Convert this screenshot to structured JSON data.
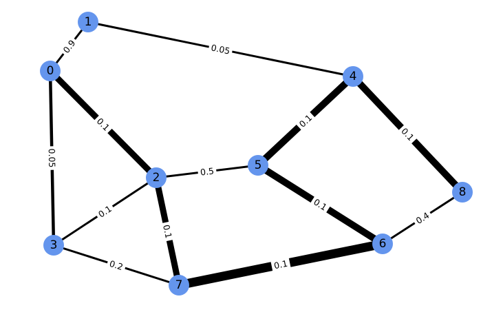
{
  "graph": {
    "node_color": "#6495ED",
    "edge_color": "#000000",
    "nodes": [
      {
        "id": "0",
        "label": "0"
      },
      {
        "id": "1",
        "label": "1"
      },
      {
        "id": "2",
        "label": "2"
      },
      {
        "id": "3",
        "label": "3"
      },
      {
        "id": "4",
        "label": "4"
      },
      {
        "id": "5",
        "label": "5"
      },
      {
        "id": "6",
        "label": "6"
      },
      {
        "id": "7",
        "label": "7"
      },
      {
        "id": "8",
        "label": "8"
      }
    ],
    "edges": [
      {
        "source": "0",
        "target": "1",
        "label": "0.9",
        "weight": 0.9
      },
      {
        "source": "1",
        "target": "4",
        "label": "0.05",
        "weight": 0.05
      },
      {
        "source": "0",
        "target": "2",
        "label": "0.1",
        "weight": 0.1
      },
      {
        "source": "0",
        "target": "3",
        "label": "0.05",
        "weight": 0.05
      },
      {
        "source": "2",
        "target": "5",
        "label": "0.5",
        "weight": 0.5
      },
      {
        "source": "2",
        "target": "3",
        "label": "0.1",
        "weight": 0.1
      },
      {
        "source": "2",
        "target": "7",
        "label": "0.1",
        "weight": 0.1
      },
      {
        "source": "3",
        "target": "7",
        "label": "0.2",
        "weight": 0.2
      },
      {
        "source": "4",
        "target": "5",
        "label": "0.1",
        "weight": 0.1
      },
      {
        "source": "4",
        "target": "8",
        "label": "0.1",
        "weight": 0.1
      },
      {
        "source": "5",
        "target": "6",
        "label": "0.1",
        "weight": 0.1
      },
      {
        "source": "7",
        "target": "6",
        "label": "0.1",
        "weight": 0.1
      },
      {
        "source": "6",
        "target": "8",
        "label": "0.4",
        "weight": 0.4
      }
    ]
  }
}
